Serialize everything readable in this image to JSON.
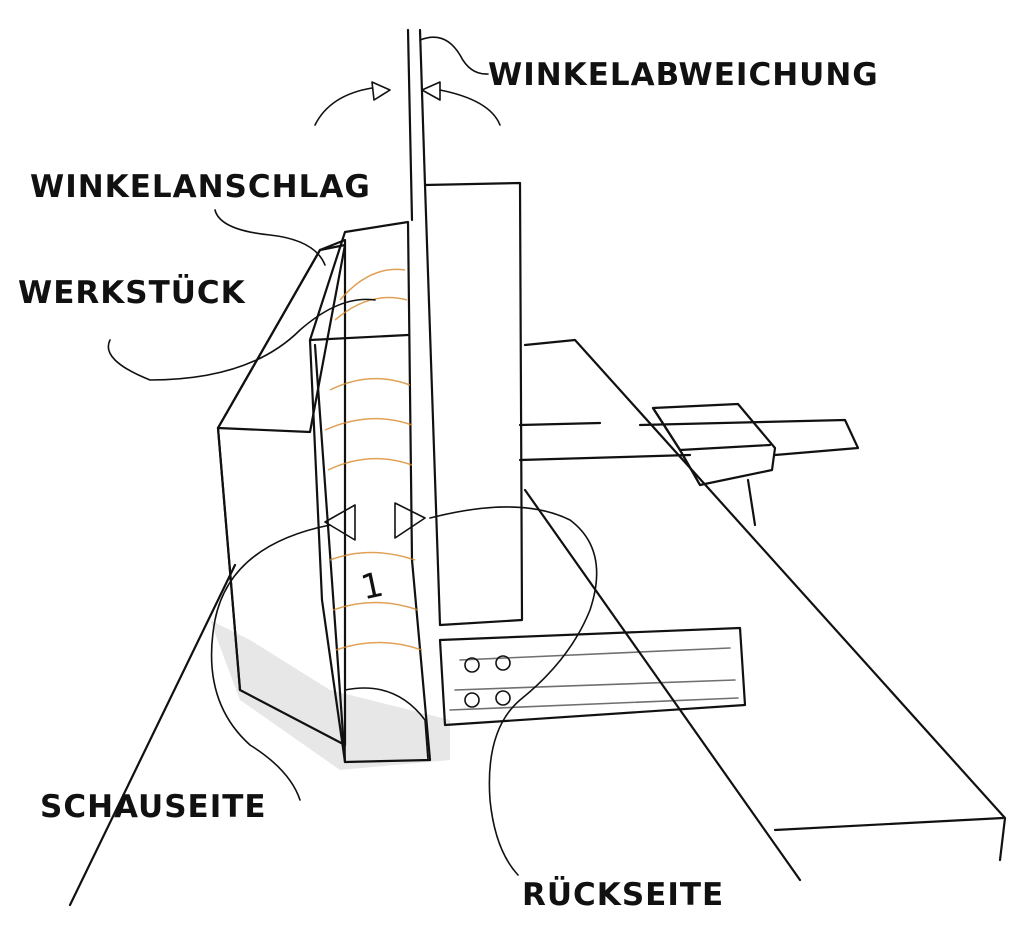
{
  "labels": {
    "winkelabweichung": "WINKELABWEICHUNG",
    "winkelanschlag": "WINKELANSCHLAG",
    "werkstueck": "WERKSTÜCK",
    "schauseite": "SCHAUSEITE",
    "rueckseite": "RÜCKSEITE"
  },
  "marks": {
    "workpiece_number": "1"
  },
  "colors": {
    "wood": "#f2b54a",
    "wood_grain": "#d98a2c",
    "fence_gray": "#cfcfcf",
    "fence_gray_dark": "#a9a9a9",
    "square_blade": "#e3e1dc",
    "stop_block": "#d4763a",
    "face_mark_blue": "#2f7fe0",
    "arrow_red": "#e2462a",
    "arrow_green": "#4cb848",
    "angle_arrow_blue": "#2f7fe0",
    "rivet_yellow": "#f0c02c"
  }
}
